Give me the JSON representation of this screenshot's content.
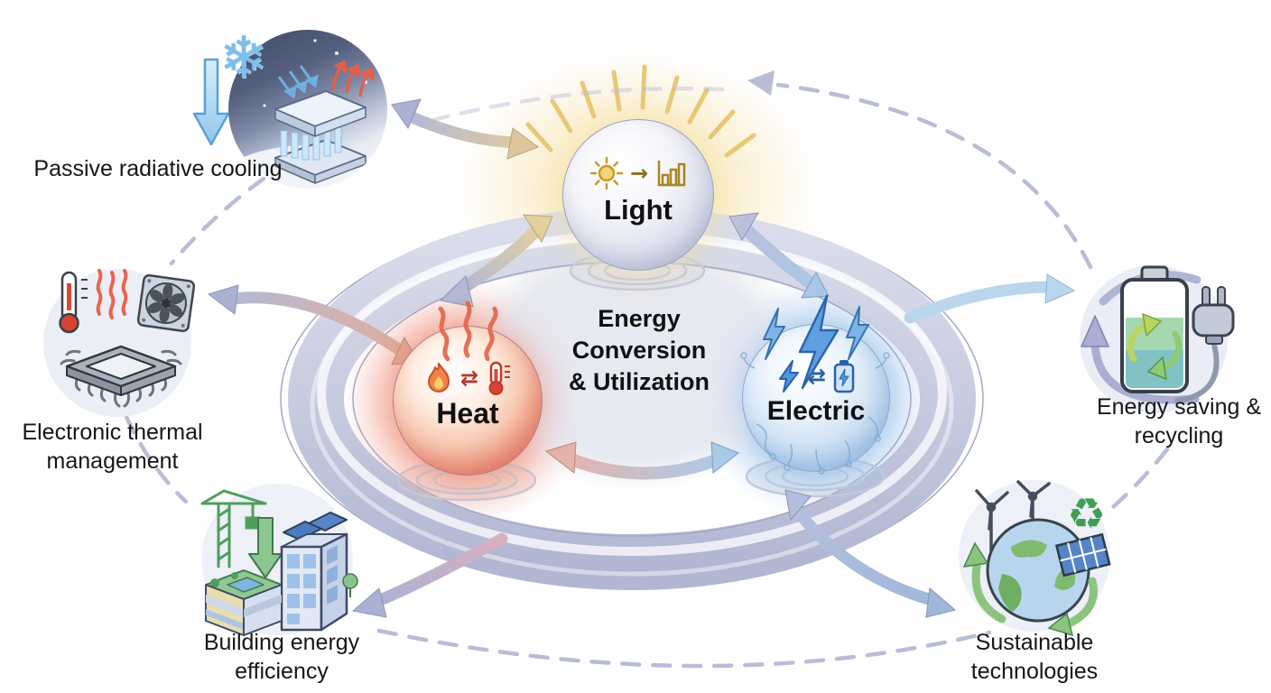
{
  "diagram_title": "Energy Conversion & Utilization",
  "center": {
    "line1": "Energy",
    "line2": "Conversion",
    "line3": "& Utilization"
  },
  "spheres": {
    "light": {
      "label": "Light"
    },
    "heat": {
      "label": "Heat"
    },
    "electric": {
      "label": "Electric"
    }
  },
  "satellites": {
    "passive_radiative_cooling": {
      "label": "Passive radiative cooling"
    },
    "electronic_thermal_management": {
      "label": "Electronic thermal management"
    },
    "building_energy_efficiency": {
      "label": "Building energy efficiency"
    },
    "energy_saving_recycling": {
      "label": "Energy saving & recycling"
    },
    "sustainable_technologies": {
      "label": "Sustainable technologies"
    }
  },
  "icons": {
    "snowflake": "❄",
    "recycle": "♻",
    "arrow_right": "→",
    "exchange": "⇄"
  },
  "colors": {
    "ring": "#c3c8de",
    "dashed_line": "#b9bdd4",
    "light_glow": "#f3d98e",
    "heat_glow": "#e8604c",
    "electric_glow": "#7fb2e4",
    "label_text": "#161616"
  }
}
